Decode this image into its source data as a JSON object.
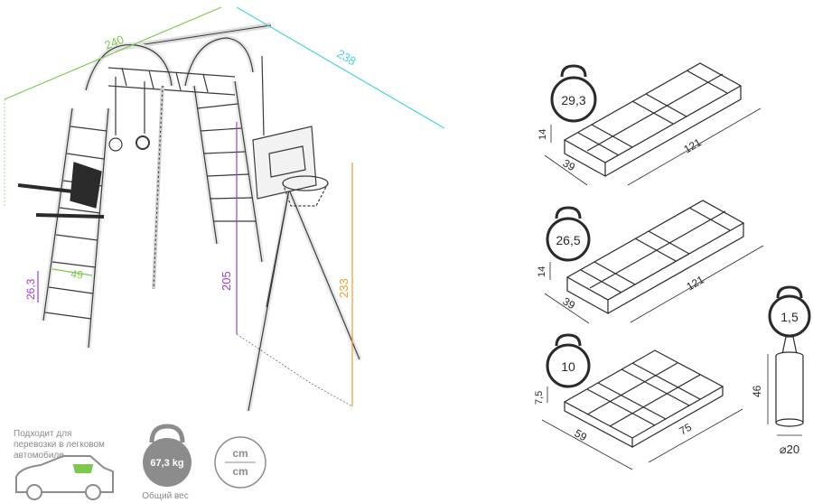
{
  "colors": {
    "green": "#7ec850",
    "cyan": "#4dd3dc",
    "purple": "#9b3fc9",
    "orange": "#f59a2c",
    "dark": "#2a2a2a",
    "grey_icon": "#8c8c8c"
  },
  "frame": {
    "width_label": "240",
    "depth_label": "238",
    "hoop_height_label": "205",
    "total_height_label": "233",
    "rung_height_label": "26,3",
    "rung_width_label": "49"
  },
  "packages": [
    {
      "weight": "29,3",
      "height": "14",
      "width": "39",
      "length": "121"
    },
    {
      "weight": "26,5",
      "height": "14",
      "width": "39",
      "length": "121"
    },
    {
      "weight": "10",
      "height": "7,5",
      "width": "59",
      "length": "75"
    }
  ],
  "punching_bag": {
    "weight": "1,5",
    "height": "46",
    "diameter": "⌀20"
  },
  "footer": {
    "car_note_line1": "Подходит для",
    "car_note_line2": "перевозки в легковом",
    "car_note_line3": "автомобиле",
    "total_weight": "67,3 kg",
    "total_weight_caption": "Общий вес",
    "unit_top": "cm",
    "unit_bottom": "cm"
  }
}
